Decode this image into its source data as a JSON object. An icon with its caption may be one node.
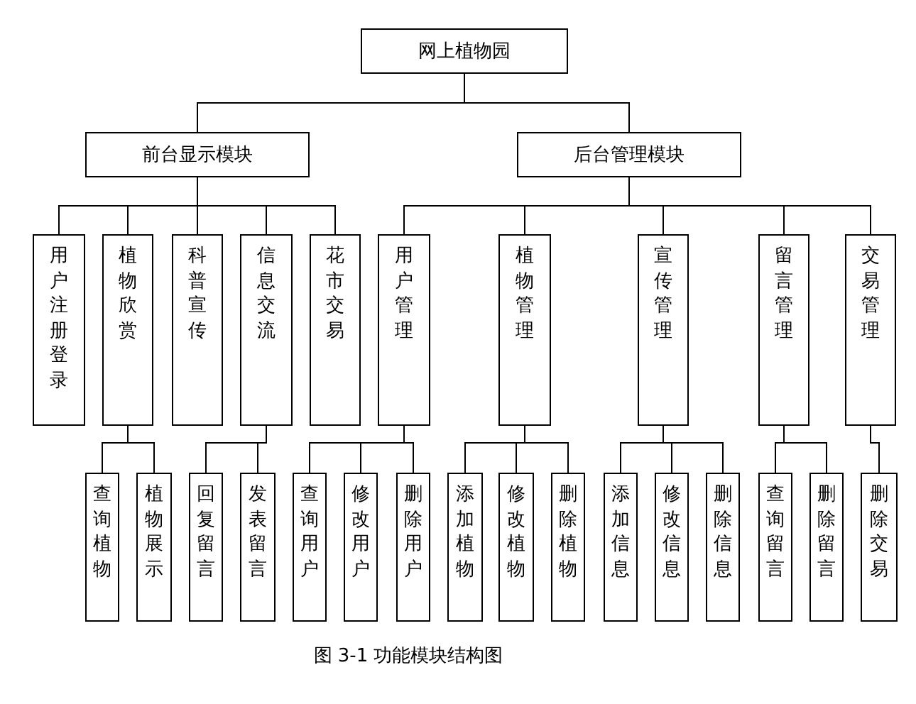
{
  "diagram": {
    "caption": "图 3-1 功能模块结构图",
    "nodes": [
      {
        "text": [
          "网上植物园"
        ]
      },
      {
        "text": [
          "前台显示模块"
        ]
      },
      {
        "text": [
          "后台管理模块"
        ]
      },
      {
        "text": [
          "用户注册登录"
        ]
      },
      {
        "text": [
          "植物欣赏"
        ]
      },
      {
        "text": [
          "科普宣传"
        ]
      },
      {
        "text": [
          "信息交流"
        ]
      },
      {
        "text": [
          "花市交易"
        ]
      },
      {
        "text": [
          "用户管理"
        ]
      },
      {
        "text": [
          "植物管理"
        ]
      },
      {
        "text": [
          "宣传管理"
        ]
      },
      {
        "text": [
          "留言管理"
        ]
      },
      {
        "text": [
          "交易管理"
        ]
      },
      {
        "text": [
          "查询植物"
        ]
      },
      {
        "text": [
          "植物展示"
        ]
      },
      {
        "text": [
          "回复留言"
        ]
      },
      {
        "text": [
          "发表留言"
        ]
      },
      {
        "text": [
          "查询用户"
        ]
      },
      {
        "text": [
          "修改用户"
        ]
      },
      {
        "text": [
          "删除用户"
        ]
      },
      {
        "text": [
          "添加植物"
        ]
      },
      {
        "text": [
          "修改植物"
        ]
      },
      {
        "text": [
          "删除植物"
        ]
      },
      {
        "text": [
          "添加信息"
        ]
      },
      {
        "text": [
          "修改信息"
        ]
      },
      {
        "text": [
          "删除信息"
        ]
      },
      {
        "text": [
          "查询留言"
        ]
      },
      {
        "text": [
          "删除留言"
        ]
      },
      {
        "text": [
          "删除交易"
        ]
      }
    ],
    "edges": [
      {
        "from": 0,
        "to": 1,
        "arrow": "none"
      },
      {
        "from": 0,
        "to": 2,
        "arrow": "none"
      },
      {
        "from": 1,
        "to": 3,
        "arrow": "none"
      },
      {
        "from": 1,
        "to": 4,
        "arrow": "none"
      },
      {
        "from": 1,
        "to": 5,
        "arrow": "none"
      },
      {
        "from": 1,
        "to": 6,
        "arrow": "none"
      },
      {
        "from": 1,
        "to": 7,
        "arrow": "none"
      },
      {
        "from": 2,
        "to": 8,
        "arrow": "none"
      },
      {
        "from": 2,
        "to": 9,
        "arrow": "none"
      },
      {
        "from": 2,
        "to": 10,
        "arrow": "none"
      },
      {
        "from": 2,
        "to": 11,
        "arrow": "none"
      },
      {
        "from": 2,
        "to": 12,
        "arrow": "none"
      },
      {
        "from": 4,
        "to": 13,
        "arrow": "none"
      },
      {
        "from": 4,
        "to": 14,
        "arrow": "none"
      },
      {
        "from": 6,
        "to": 15,
        "arrow": "none"
      },
      {
        "from": 6,
        "to": 16,
        "arrow": "none"
      },
      {
        "from": 8,
        "to": 17,
        "arrow": "none"
      },
      {
        "from": 8,
        "to": 18,
        "arrow": "none"
      },
      {
        "from": 8,
        "to": 19,
        "arrow": "none"
      },
      {
        "from": 9,
        "to": 20,
        "arrow": "none"
      },
      {
        "from": 9,
        "to": 21,
        "arrow": "none"
      },
      {
        "from": 9,
        "to": 22,
        "arrow": "none"
      },
      {
        "from": 10,
        "to": 23,
        "arrow": "none"
      },
      {
        "from": 10,
        "to": 24,
        "arrow": "none"
      },
      {
        "from": 10,
        "to": 25,
        "arrow": "none"
      },
      {
        "from": 11,
        "to": 26,
        "arrow": "none"
      },
      {
        "from": 11,
        "to": 27,
        "arrow": "none"
      },
      {
        "from": 12,
        "to": 28,
        "arrow": "none"
      }
    ]
  }
}
